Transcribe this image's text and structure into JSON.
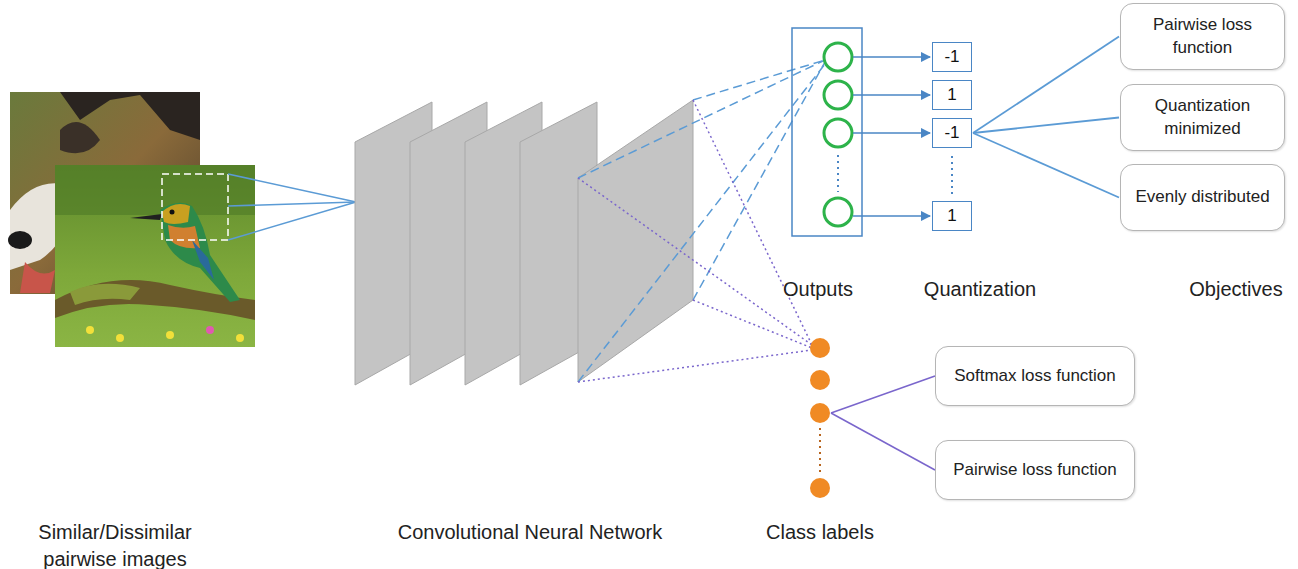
{
  "diagram": {
    "nodes": [
      {
        "text": [
          "-1"
        ]
      },
      {
        "text": [
          "1"
        ]
      },
      {
        "text": [
          "-1"
        ]
      },
      {
        "text": [
          "1"
        ]
      },
      {
        "text": [
          "Pairwise loss function"
        ]
      },
      {
        "text": [
          "Quantization minimized"
        ]
      },
      {
        "text": [
          "Evenly distributed"
        ]
      },
      {
        "text": [
          "Softmax loss function"
        ]
      },
      {
        "text": [
          "Pairwise loss function"
        ]
      }
    ],
    "edges": [
      {
        "from": 2,
        "to": 4,
        "arrow": "none"
      },
      {
        "from": 2,
        "to": 5,
        "arrow": "none"
      },
      {
        "from": 2,
        "to": 6,
        "arrow": "none"
      }
    ],
    "labels": [
      "Outputs",
      "Quantization",
      "Objectives",
      "Similar/Dissimilar pairwise images",
      "Convolutional Neural Network",
      "Class labels"
    ]
  }
}
